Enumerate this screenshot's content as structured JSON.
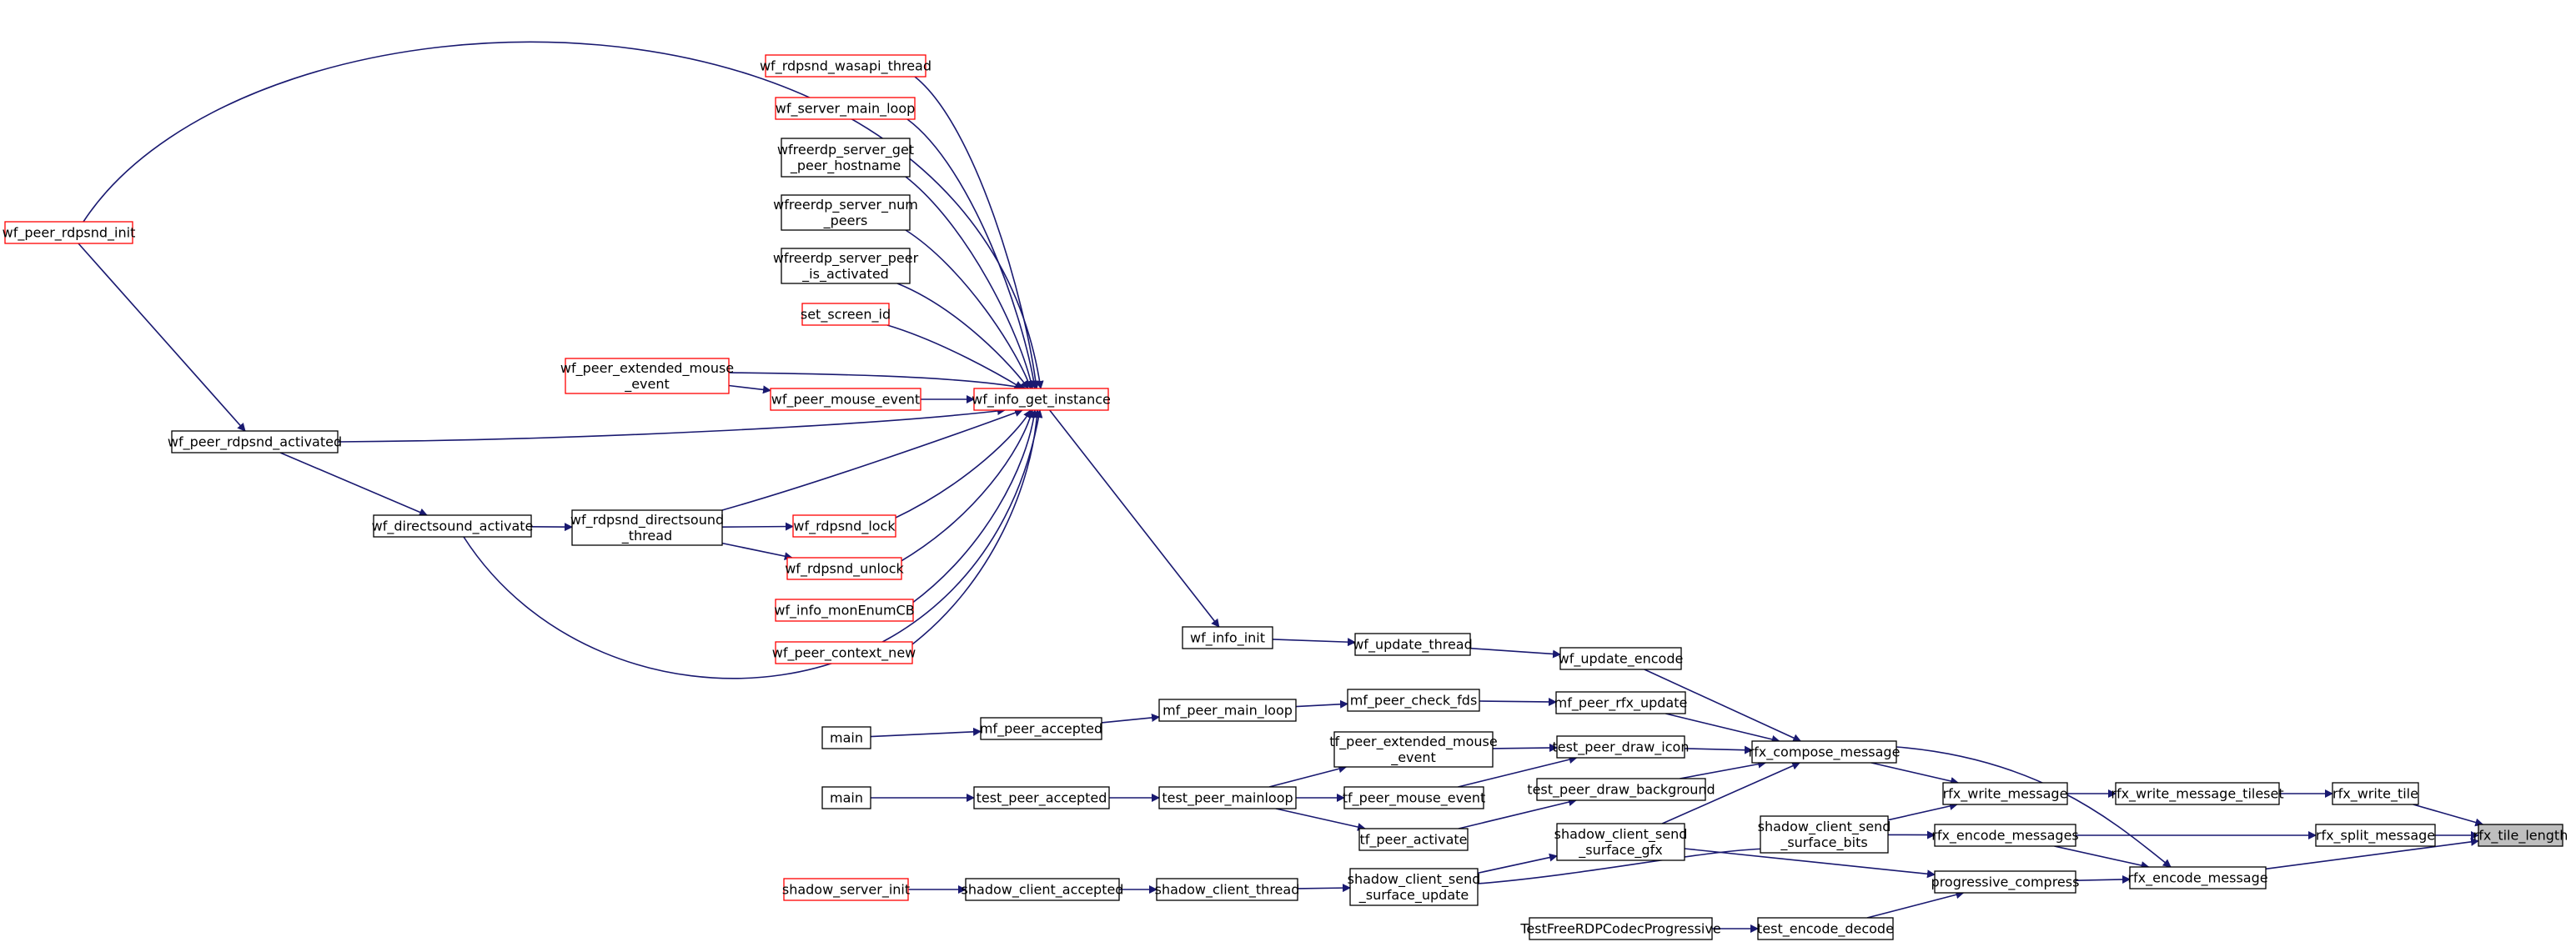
{
  "colors": {
    "edge": "#191970",
    "box_border_default": "#000000",
    "box_border_truncated": "#ff0000",
    "root_fill": "#bfbfbf",
    "box_fill": "#ffffff"
  },
  "nodes": {
    "n_root": {
      "lines": [
        "rfx_tile_length"
      ],
      "style": "root"
    },
    "n_write_tile": {
      "lines": [
        "rfx_write_tile"
      ],
      "style": "normal"
    },
    "n_split_message": {
      "lines": [
        "rfx_split_message"
      ],
      "style": "normal"
    },
    "n_write_message_tileset": {
      "lines": [
        "rfx_write_message_tileset"
      ],
      "style": "normal"
    },
    "n_encode_messages": {
      "lines": [
        "rfx_encode_messages"
      ],
      "style": "normal"
    },
    "n_encode_message": {
      "lines": [
        "rfx_encode_message"
      ],
      "style": "normal"
    },
    "n_write_message": {
      "lines": [
        "rfx_write_message"
      ],
      "style": "normal"
    },
    "n_progressive_compress": {
      "lines": [
        "progressive_compress"
      ],
      "style": "normal"
    },
    "n_compose_message": {
      "lines": [
        "rfx_compose_message"
      ],
      "style": "normal"
    },
    "n_shadow_send_surface_bits": {
      "lines": [
        "shadow_client_send",
        "_surface_bits"
      ],
      "style": "normal"
    },
    "n_test_encode_decode": {
      "lines": [
        "test_encode_decode"
      ],
      "style": "normal"
    },
    "n_testfreerdp_codec_progressive": {
      "lines": [
        "TestFreeRDPCodecProgressive"
      ],
      "style": "normal"
    },
    "n_wf_update_encode": {
      "lines": [
        "wf_update_encode"
      ],
      "style": "normal"
    },
    "n_mf_peer_rfx_update": {
      "lines": [
        "mf_peer_rfx_update"
      ],
      "style": "normal"
    },
    "n_test_peer_draw_icon": {
      "lines": [
        "test_peer_draw_icon"
      ],
      "style": "normal"
    },
    "n_test_peer_draw_background": {
      "lines": [
        "test_peer_draw_background"
      ],
      "style": "normal"
    },
    "n_shadow_send_surface_gfx": {
      "lines": [
        "shadow_client_send",
        "_surface_gfx"
      ],
      "style": "normal"
    },
    "n_shadow_send_surface_update": {
      "lines": [
        "shadow_client_send",
        "_surface_update"
      ],
      "style": "normal"
    },
    "n_shadow_client_thread": {
      "lines": [
        "shadow_client_thread"
      ],
      "style": "normal"
    },
    "n_shadow_client_accepted": {
      "lines": [
        "shadow_client_accepted"
      ],
      "style": "normal"
    },
    "n_shadow_server_init": {
      "lines": [
        "shadow_server_init"
      ],
      "style": "truncated"
    },
    "n_tf_peer_extended_mouse_event": {
      "lines": [
        "tf_peer_extended_mouse",
        "_event"
      ],
      "style": "normal"
    },
    "n_tf_peer_mouse_event": {
      "lines": [
        "tf_peer_mouse_event"
      ],
      "style": "normal"
    },
    "n_tf_peer_activate": {
      "lines": [
        "tf_peer_activate"
      ],
      "style": "normal"
    },
    "n_test_peer_mainloop": {
      "lines": [
        "test_peer_mainloop"
      ],
      "style": "normal"
    },
    "n_test_peer_accepted": {
      "lines": [
        "test_peer_accepted"
      ],
      "style": "normal"
    },
    "n_main_b": {
      "lines": [
        "main"
      ],
      "style": "normal"
    },
    "n_mf_peer_check_fds": {
      "lines": [
        "mf_peer_check_fds"
      ],
      "style": "normal"
    },
    "n_mf_peer_main_loop": {
      "lines": [
        "mf_peer_main_loop"
      ],
      "style": "normal"
    },
    "n_mf_peer_accepted": {
      "lines": [
        "mf_peer_accepted"
      ],
      "style": "normal"
    },
    "n_main_a": {
      "lines": [
        "main"
      ],
      "style": "normal"
    },
    "n_wf_update_thread": {
      "lines": [
        "wf_update_thread"
      ],
      "style": "normal"
    },
    "n_wf_info_init": {
      "lines": [
        "wf_info_init"
      ],
      "style": "normal"
    },
    "n_wf_info_get_instance": {
      "lines": [
        "wf_info_get_instance"
      ],
      "style": "truncated"
    },
    "n_wf_rdpsnd_wasapi_thread": {
      "lines": [
        "wf_rdpsnd_wasapi_thread"
      ],
      "style": "truncated"
    },
    "n_wf_server_main_loop": {
      "lines": [
        "wf_server_main_loop"
      ],
      "style": "truncated"
    },
    "n_wfreerdp_server_get_peer_hostname": {
      "lines": [
        "wfreerdp_server_get",
        "_peer_hostname"
      ],
      "style": "normal"
    },
    "n_wfreerdp_server_num_peers": {
      "lines": [
        "wfreerdp_server_num",
        "_peers"
      ],
      "style": "normal"
    },
    "n_wfreerdp_server_peer_is_activated": {
      "lines": [
        "wfreerdp_server_peer",
        "_is_activated"
      ],
      "style": "normal"
    },
    "n_set_screen_id": {
      "lines": [
        "set_screen_id"
      ],
      "style": "truncated"
    },
    "n_wf_peer_extended_mouse_event": {
      "lines": [
        "wf_peer_extended_mouse",
        "_event"
      ],
      "style": "truncated"
    },
    "n_wf_peer_mouse_event": {
      "lines": [
        "wf_peer_mouse_event"
      ],
      "style": "truncated"
    },
    "n_wf_rdpsnd_lock": {
      "lines": [
        "wf_rdpsnd_lock"
      ],
      "style": "truncated"
    },
    "n_wf_rdpsnd_unlock": {
      "lines": [
        "wf_rdpsnd_unlock"
      ],
      "style": "truncated"
    },
    "n_wf_info_monenumcb": {
      "lines": [
        "wf_info_monEnumCB"
      ],
      "style": "truncated"
    },
    "n_wf_peer_context_new": {
      "lines": [
        "wf_peer_context_new"
      ],
      "style": "truncated"
    },
    "n_wf_rdpsnd_directsound_thread": {
      "lines": [
        "wf_rdpsnd_directsound",
        "_thread"
      ],
      "style": "normal"
    },
    "n_wf_directsound_activate": {
      "lines": [
        "wf_directsound_activate"
      ],
      "style": "normal"
    },
    "n_wf_peer_rdpsnd_activated": {
      "lines": [
        "wf_peer_rdpsnd_activated"
      ],
      "style": "normal"
    },
    "n_wf_peer_rdpsnd_init": {
      "lines": [
        "wf_peer_rdpsnd_init"
      ],
      "style": "truncated"
    }
  },
  "edges": [
    [
      "n_write_tile",
      "n_root"
    ],
    [
      "n_split_message",
      "n_root"
    ],
    [
      "n_encode_message",
      "n_root"
    ],
    [
      "n_write_message_tileset",
      "n_write_tile"
    ],
    [
      "n_encode_messages",
      "n_split_message"
    ],
    [
      "n_write_message",
      "n_write_message_tileset"
    ],
    [
      "n_compose_message",
      "n_encode_message"
    ],
    [
      "n_encode_messages",
      "n_encode_message"
    ],
    [
      "n_progressive_compress",
      "n_encode_message"
    ],
    [
      "n_compose_message",
      "n_write_message"
    ],
    [
      "n_shadow_send_surface_bits",
      "n_write_message"
    ],
    [
      "n_shadow_send_surface_bits",
      "n_encode_messages"
    ],
    [
      "n_shadow_send_surface_gfx",
      "n_progressive_compress"
    ],
    [
      "n_test_encode_decode",
      "n_progressive_compress"
    ],
    [
      "n_testfreerdp_codec_progressive",
      "n_test_encode_decode"
    ],
    [
      "n_wf_update_encode",
      "n_compose_message"
    ],
    [
      "n_mf_peer_rfx_update",
      "n_compose_message"
    ],
    [
      "n_test_peer_draw_icon",
      "n_compose_message"
    ],
    [
      "n_test_peer_draw_background",
      "n_compose_message"
    ],
    [
      "n_shadow_send_surface_gfx",
      "n_compose_message"
    ],
    [
      "n_shadow_send_surface_update",
      "n_shadow_send_surface_bits"
    ],
    [
      "n_shadow_send_surface_update",
      "n_shadow_send_surface_gfx"
    ],
    [
      "n_shadow_client_thread",
      "n_shadow_send_surface_update"
    ],
    [
      "n_shadow_client_accepted",
      "n_shadow_client_thread"
    ],
    [
      "n_shadow_server_init",
      "n_shadow_client_accepted"
    ],
    [
      "n_tf_peer_extended_mouse_event",
      "n_test_peer_draw_icon"
    ],
    [
      "n_tf_peer_mouse_event",
      "n_test_peer_draw_icon"
    ],
    [
      "n_tf_peer_activate",
      "n_test_peer_draw_background"
    ],
    [
      "n_test_peer_mainloop",
      "n_tf_peer_extended_mouse_event"
    ],
    [
      "n_test_peer_mainloop",
      "n_tf_peer_mouse_event"
    ],
    [
      "n_test_peer_mainloop",
      "n_tf_peer_activate"
    ],
    [
      "n_test_peer_accepted",
      "n_test_peer_mainloop"
    ],
    [
      "n_main_b",
      "n_test_peer_accepted"
    ],
    [
      "n_mf_peer_check_fds",
      "n_mf_peer_rfx_update"
    ],
    [
      "n_mf_peer_main_loop",
      "n_mf_peer_check_fds"
    ],
    [
      "n_mf_peer_accepted",
      "n_mf_peer_main_loop"
    ],
    [
      "n_main_a",
      "n_mf_peer_accepted"
    ],
    [
      "n_wf_update_thread",
      "n_wf_update_encode"
    ],
    [
      "n_wf_info_init",
      "n_wf_update_thread"
    ],
    [
      "n_wf_info_get_instance",
      "n_wf_info_init"
    ],
    [
      "n_wf_rdpsnd_wasapi_thread",
      "n_wf_info_get_instance"
    ],
    [
      "n_wf_server_main_loop",
      "n_wf_info_get_instance"
    ],
    [
      "n_wfreerdp_server_get_peer_hostname",
      "n_wf_info_get_instance"
    ],
    [
      "n_wfreerdp_server_num_peers",
      "n_wf_info_get_instance"
    ],
    [
      "n_wfreerdp_server_peer_is_activated",
      "n_wf_info_get_instance"
    ],
    [
      "n_set_screen_id",
      "n_wf_info_get_instance"
    ],
    [
      "n_wf_peer_extended_mouse_event",
      "n_wf_info_get_instance"
    ],
    [
      "n_wf_peer_extended_mouse_event",
      "n_wf_peer_mouse_event"
    ],
    [
      "n_wf_peer_mouse_event",
      "n_wf_info_get_instance"
    ],
    [
      "n_wf_rdpsnd_lock",
      "n_wf_info_get_instance"
    ],
    [
      "n_wf_rdpsnd_unlock",
      "n_wf_info_get_instance"
    ],
    [
      "n_wf_info_monenumcb",
      "n_wf_info_get_instance"
    ],
    [
      "n_wf_peer_context_new",
      "n_wf_info_get_instance"
    ],
    [
      "n_wf_rdpsnd_directsound_thread",
      "n_wf_info_get_instance"
    ],
    [
      "n_wf_rdpsnd_directsound_thread",
      "n_wf_rdpsnd_lock"
    ],
    [
      "n_wf_rdpsnd_directsound_thread",
      "n_wf_rdpsnd_unlock"
    ],
    [
      "n_wf_directsound_activate",
      "n_wf_rdpsnd_directsound_thread"
    ],
    [
      "n_wf_directsound_activate",
      "n_wf_info_get_instance"
    ],
    [
      "n_wf_peer_rdpsnd_activated",
      "n_wf_directsound_activate"
    ],
    [
      "n_wf_peer_rdpsnd_activated",
      "n_wf_info_get_instance"
    ],
    [
      "n_wf_peer_rdpsnd_init",
      "n_wf_peer_rdpsnd_activated"
    ],
    [
      "n_wf_peer_rdpsnd_init",
      "n_wf_info_get_instance"
    ]
  ]
}
